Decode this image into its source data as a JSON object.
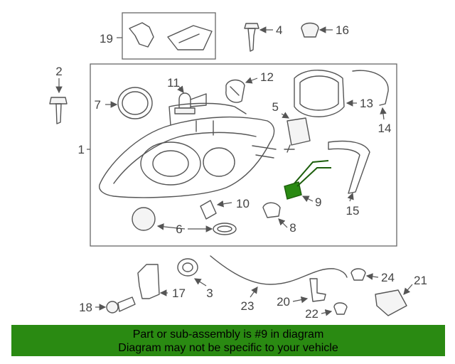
{
  "diagram": {
    "labels": [
      "1",
      "2",
      "3",
      "4",
      "5",
      "6",
      "7",
      "8",
      "9",
      "10",
      "11",
      "12",
      "13",
      "14",
      "15",
      "16",
      "17",
      "18",
      "19",
      "20",
      "21",
      "22",
      "23",
      "24"
    ],
    "highlight_part": "9",
    "highlight_color": "#2a8a12"
  },
  "banner": {
    "line1": "Part or sub-assembly is #9 in diagram",
    "line2": "Diagram may not be specific to your vehicle",
    "color": "#2a8a12"
  }
}
